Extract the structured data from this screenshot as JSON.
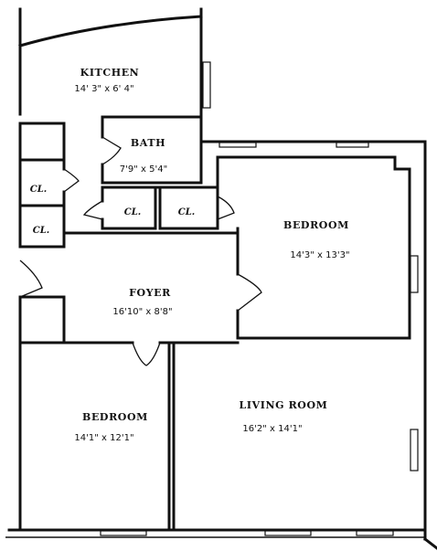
{
  "rooms": {
    "kitchen": {
      "name": "KITCHEN",
      "dims": "14' 3\" x 6' 4\""
    },
    "bath": {
      "name": "BATH",
      "dims": "7'9\" x 5'4\""
    },
    "bedroom_1": {
      "name": "BEDROOM",
      "dims": "14'3\" x 13'3\""
    },
    "foyer": {
      "name": "FOYER",
      "dims": "16'10\" x 8'8\""
    },
    "bedroom_2": {
      "name": "BEDROOM",
      "dims": "14'1\" x 12'1\""
    },
    "living_room": {
      "name": "LIVING ROOM",
      "dims": "16'2\" x 14'1\""
    }
  },
  "closets": [
    "CL.",
    "CL.",
    "CL.",
    "CL."
  ]
}
